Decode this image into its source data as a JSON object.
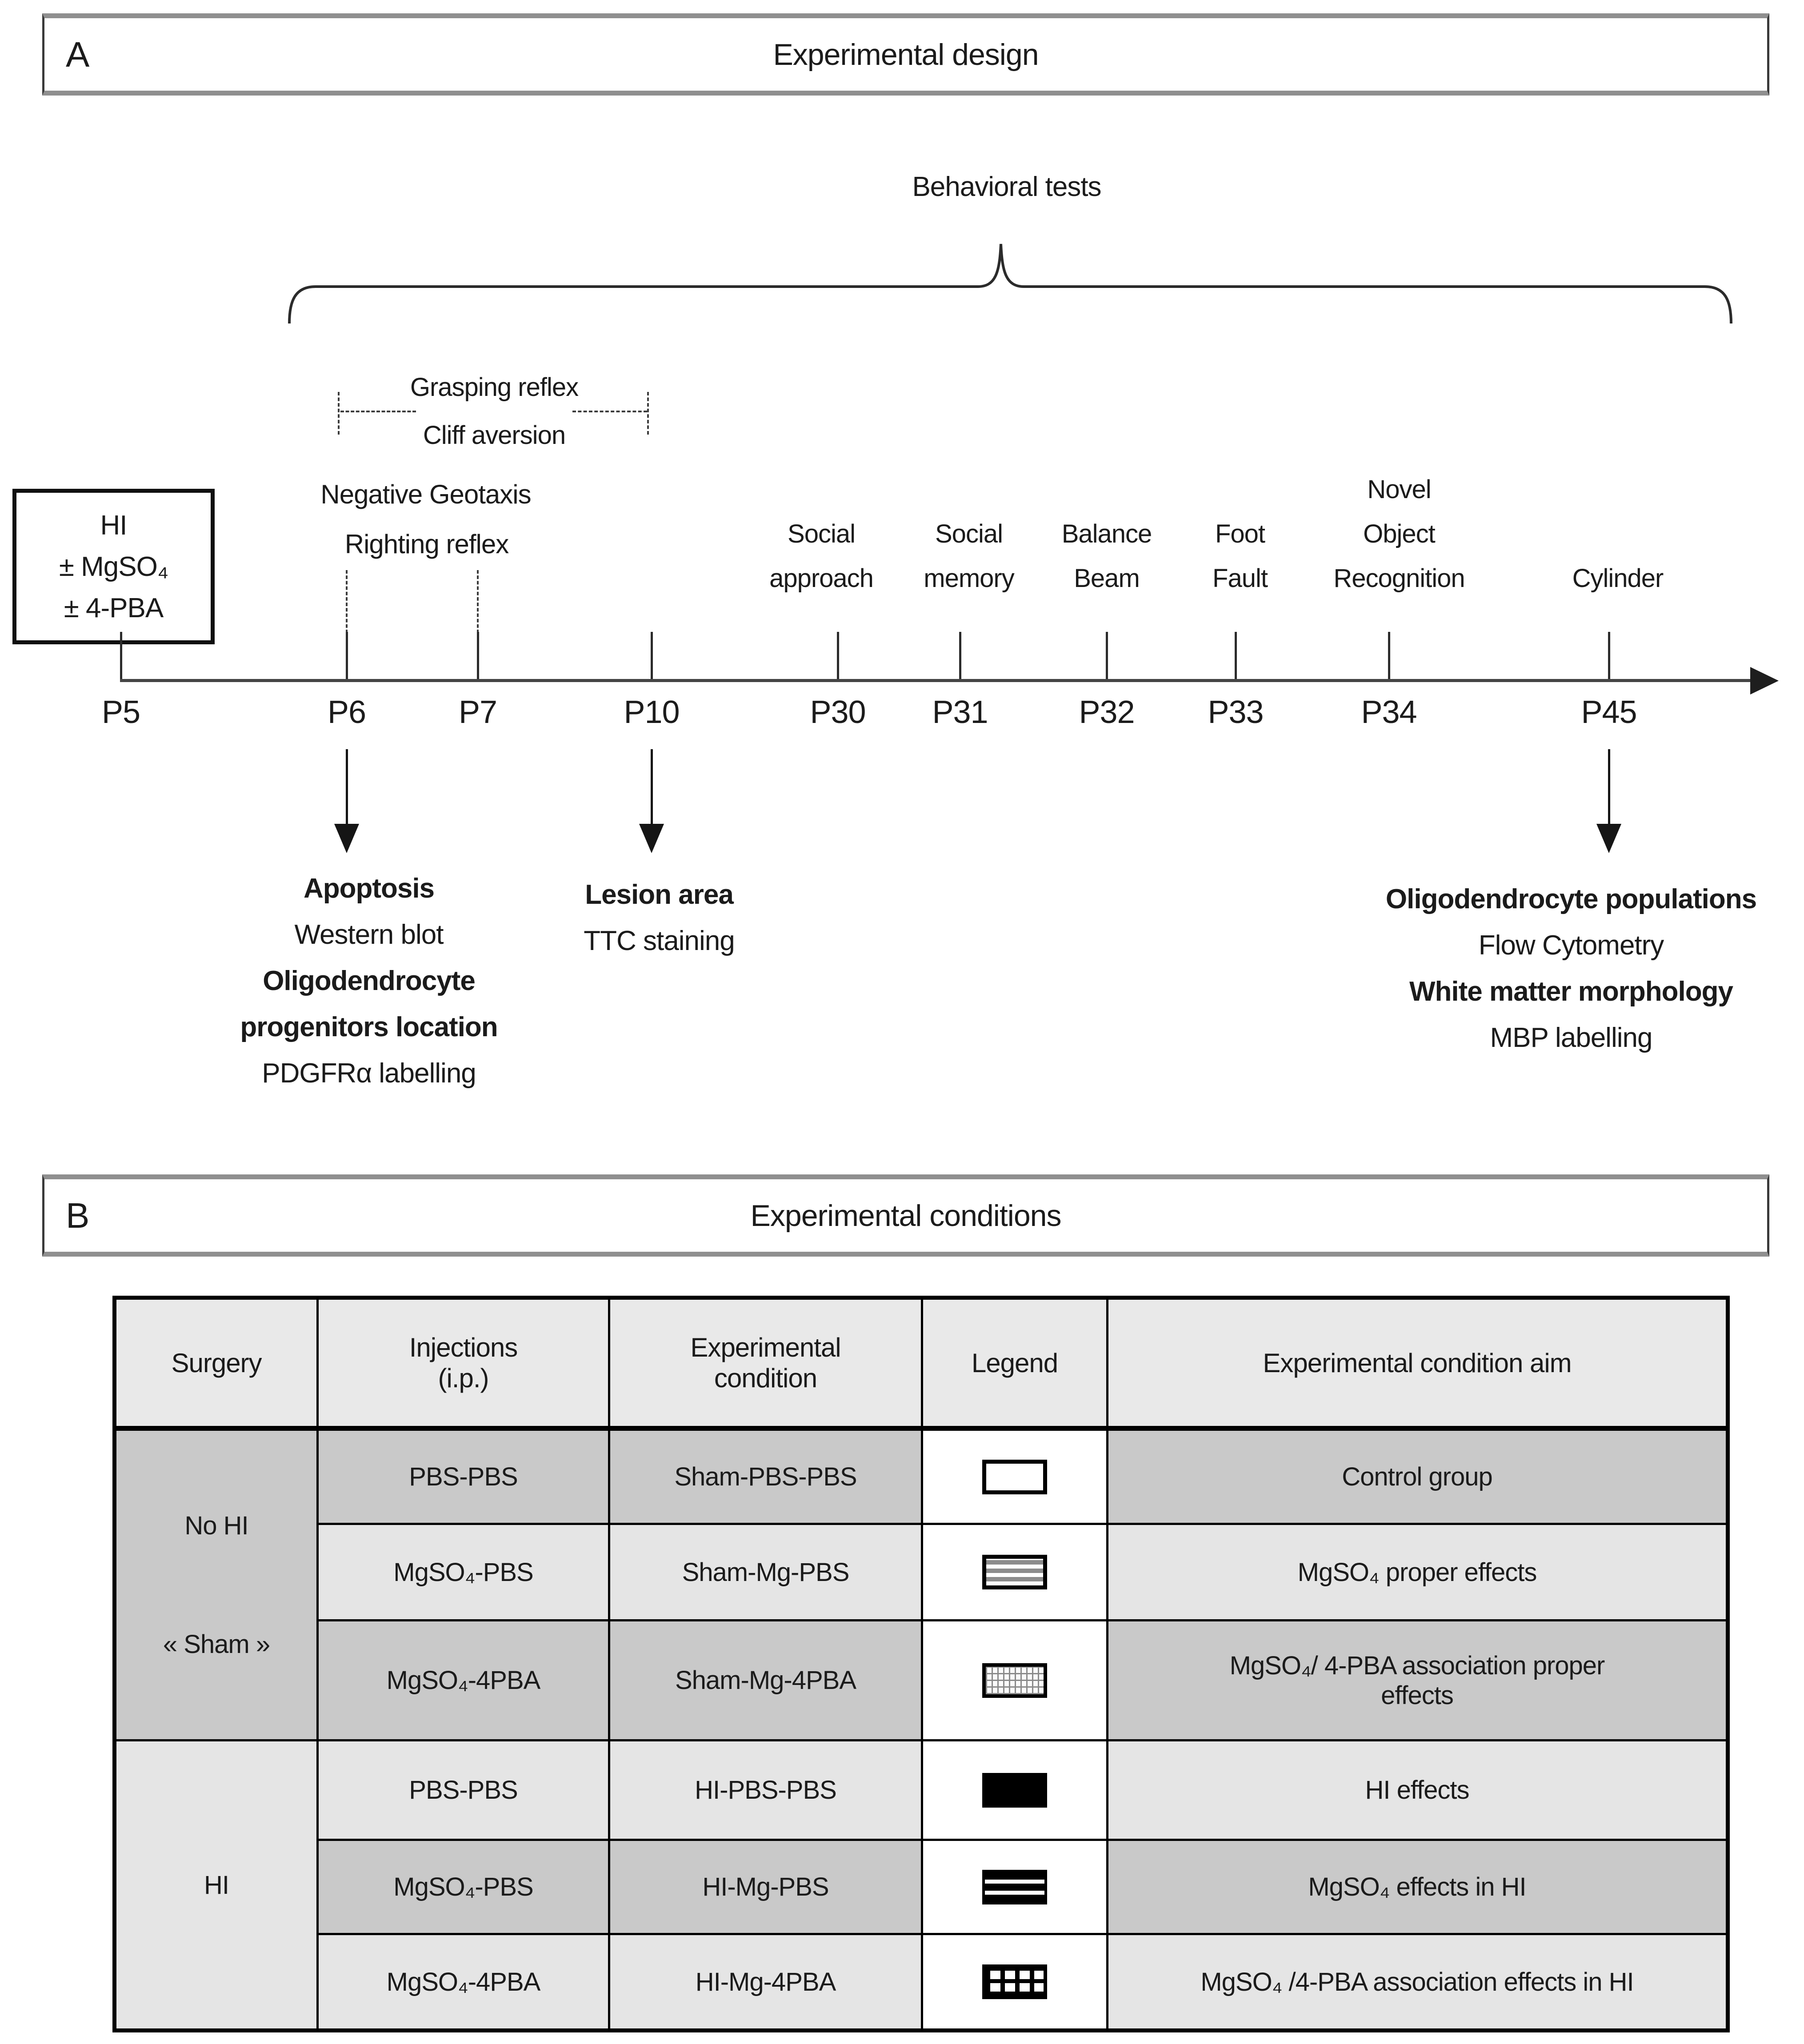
{
  "panel_a": {
    "label": "A",
    "title": "Experimental design",
    "behavioral_tests_label": "Behavioral tests",
    "hi_box": {
      "lines": [
        "HI",
        "± MgSO₄",
        "± 4-PBA"
      ]
    },
    "early_tests": {
      "grasping": "Grasping reflex",
      "cliff": "Cliff aversion",
      "geotaxis": "Negative Geotaxis",
      "righting": "Righting reflex"
    },
    "timeline": [
      {
        "label": "P5"
      },
      {
        "label": "P6"
      },
      {
        "label": "P7"
      },
      {
        "label": "P10"
      },
      {
        "label": "P30"
      },
      {
        "label": "P31"
      },
      {
        "label": "P32"
      },
      {
        "label": "P33"
      },
      {
        "label": "P34"
      },
      {
        "label": "P45"
      }
    ],
    "test_labels": [
      {
        "lines": [
          "Social",
          "approach"
        ]
      },
      {
        "lines": [
          "Social",
          "memory"
        ]
      },
      {
        "lines": [
          "Balance",
          "Beam"
        ]
      },
      {
        "lines": [
          "Foot",
          "Fault"
        ]
      },
      {
        "lines": [
          "Novel",
          "Object",
          "Recognition"
        ]
      },
      {
        "lines": [
          "Cylinder"
        ]
      }
    ],
    "annotations": [
      {
        "lines": [
          {
            "text": "Apoptosis",
            "bold": true
          },
          {
            "text": "Western blot",
            "bold": false
          },
          {
            "text": "Oligodendrocyte",
            "bold": true
          },
          {
            "text": "progenitors location",
            "bold": true
          },
          {
            "text": "PDGFRα labelling",
            "bold": false
          }
        ]
      },
      {
        "lines": [
          {
            "text": "Lesion area",
            "bold": true
          },
          {
            "text": "TTC staining",
            "bold": false
          }
        ]
      },
      {
        "lines": [
          {
            "text": "Oligodendrocyte populations",
            "bold": true
          },
          {
            "text": "Flow Cytometry",
            "bold": false
          },
          {
            "text": "White matter morphology",
            "bold": true
          },
          {
            "text": "MBP labelling",
            "bold": false
          }
        ]
      }
    ]
  },
  "panel_b": {
    "label": "B",
    "title": "Experimental conditions",
    "table": {
      "headers": {
        "surgery": "Surgery",
        "injections": "Injections\n(i.p.)",
        "condition": "Experimental\ncondition",
        "legend": "Legend",
        "aim": "Experimental condition aim"
      },
      "surgery_groups": [
        {
          "label": "No HI\n\n« Sham »"
        },
        {
          "label": "HI"
        }
      ],
      "rows": [
        {
          "injections": "PBS-PBS",
          "condition": "Sham-PBS-PBS",
          "legend_pattern": "white",
          "aim": "Control group"
        },
        {
          "injections": "MgSO₄-PBS",
          "condition": "Sham-Mg-PBS",
          "legend_pattern": "gray-stripes",
          "aim": "MgSO₄ proper effects"
        },
        {
          "injections": "MgSO₄-4PBA",
          "condition": "Sham-Mg-4PBA",
          "legend_pattern": "fine-grid",
          "aim": "MgSO₄/ 4-PBA association proper\neffects"
        },
        {
          "injections": "PBS-PBS",
          "condition": "HI-PBS-PBS",
          "legend_pattern": "solid-black",
          "aim": "HI effects"
        },
        {
          "injections": "MgSO₄-PBS",
          "condition": "HI-Mg-PBS",
          "legend_pattern": "black-stripes",
          "aim": "MgSO₄ effects in HI"
        },
        {
          "injections": "MgSO₄-4PBA",
          "condition": "HI-Mg-4PBA",
          "legend_pattern": "black-grid",
          "aim": "MgSO₄ /4-PBA association effects in HI"
        }
      ]
    }
  }
}
